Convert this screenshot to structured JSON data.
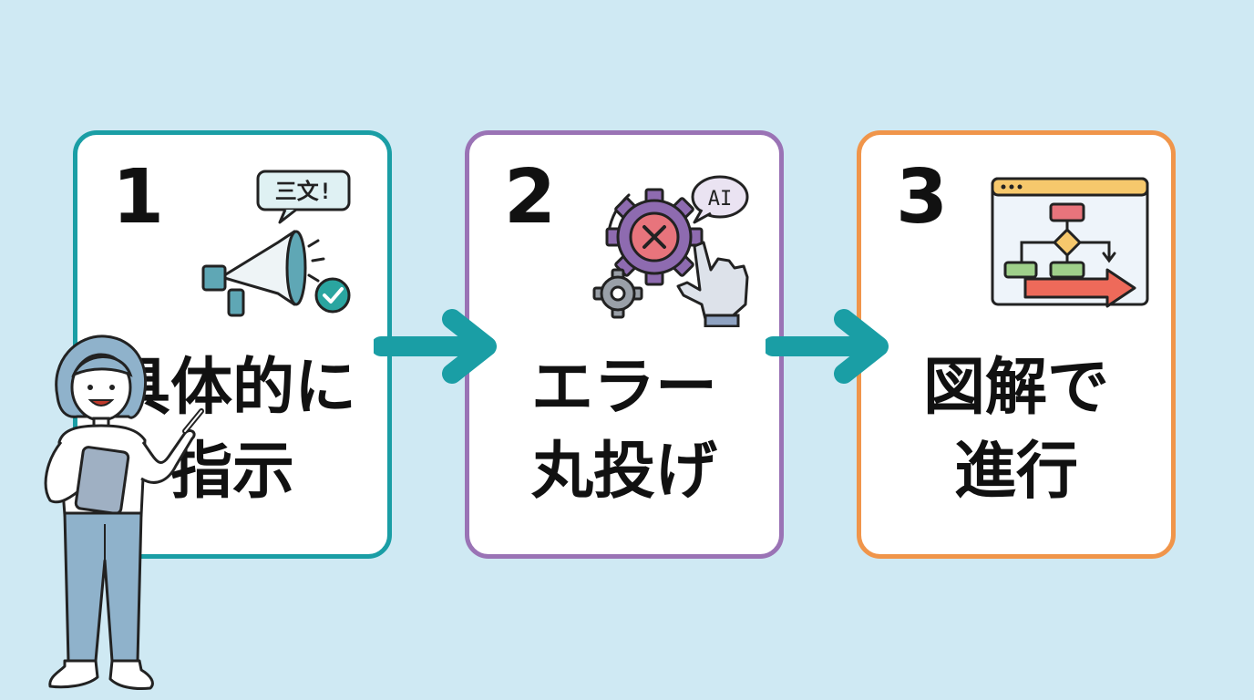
{
  "steps": [
    {
      "number": "1",
      "title_line1": "具体的に",
      "title_line2": "指示",
      "icon_label": "三文!",
      "icon": "megaphone-icon"
    },
    {
      "number": "2",
      "title_line1": "エラー",
      "title_line2": "丸投げ",
      "icon_label": "AI",
      "icon": "gear-error-robot-hand-icon"
    },
    {
      "number": "3",
      "title_line1": "図解で",
      "title_line2": "進行",
      "icon": "flowchart-window-icon"
    }
  ],
  "colors": {
    "background": "#cfe9f3",
    "step1_border": "#1a9ea5",
    "step2_border": "#9a73b5",
    "step3_border": "#f0954a",
    "arrow": "#1a9ea5"
  }
}
